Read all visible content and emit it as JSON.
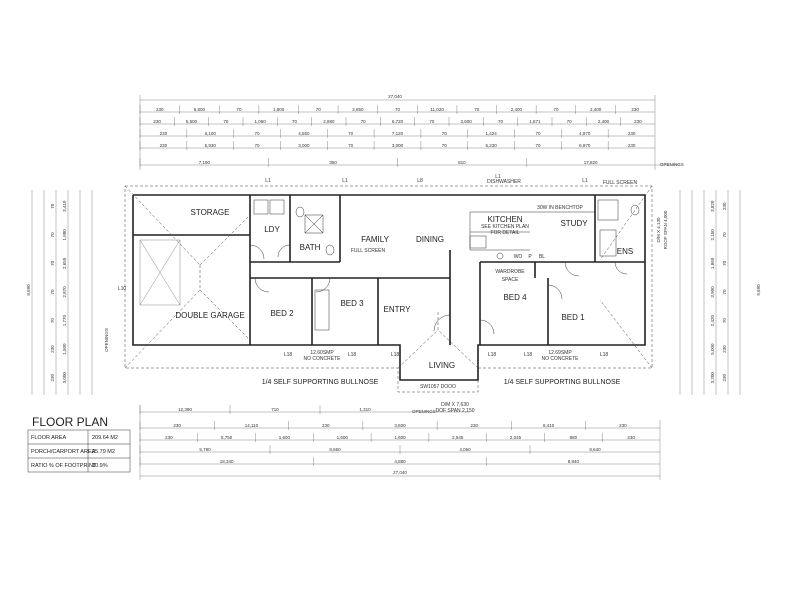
{
  "rooms": {
    "storage": "STORAGE",
    "ldy": "LDY",
    "bath": "BATH",
    "family": "FAMILY",
    "dining": "DINING",
    "kitchen": "KITCHEN",
    "kitchen_note1": "SEE KITCHEN PLAN",
    "kitchen_note2": "FOR DETAIL",
    "study": "STUDY",
    "ens": "ENS",
    "double_garage": "DOUBLE GARAGE",
    "bed2": "BED 2",
    "bed3": "BED 3",
    "entry": "ENTRY",
    "living": "LIVING",
    "bed4": "BED 4",
    "bed1": "BED 1",
    "full_screen_1": "FULL SCREEN",
    "full_screen_2": "FULL SCREEN",
    "dishwasher": "DISHWASHER",
    "mw_note": "30W IN BENCHTOP",
    "wardrobe_note1": "WARDROBE",
    "wardrobe_note2": "SPACE",
    "l_labels": [
      "L1",
      "L1",
      "L8",
      "L1",
      "L1",
      "L10",
      "L18",
      "L18",
      "L18",
      "L18",
      "L18",
      "L18"
    ],
    "wo": "WO",
    "p": "P",
    "bl": "BL"
  },
  "bottom_notes": {
    "concrete_left_1": "12.60SMP",
    "concrete_left_2": "NO CONCRETE",
    "concrete_right_1": "12.69SMP",
    "concrete_right_2": "NO CONCRETE",
    "bullnose_left": "1/4 SELF SUPPORTING BULLNOSE",
    "bullnose_right": "1/4 SELF SUPPORTING BULLNOSE",
    "openings_bottom": "OPENINGS",
    "openings_top": "OPENINGS",
    "openings_left": "OPENINGS",
    "dim_roof_span_1": "D/M X 7,630",
    "dim_roof_span_2": "DOF SPAN 2,150",
    "dim_right_1": "D/M X 4,130",
    "dim_right_2": "ROOF SPAN 4,000",
    "window_mark": "SW1057 DOOO"
  },
  "top_dims": {
    "overall": "27,040",
    "row1": [
      "230",
      "6,800",
      "70",
      "1,800",
      "70",
      "2,850",
      "70",
      "11,020",
      "70",
      "2,400",
      "70",
      "2,400",
      "230"
    ],
    "row2": [
      "230",
      "5,500",
      "70",
      "1,060",
      "70",
      "2,880",
      "70",
      "6,720",
      "70",
      "3,600",
      "70",
      "1,671",
      "70",
      "2,400",
      "230"
    ],
    "row3": [
      "230",
      "6,100",
      "70",
      "4,550",
      "70",
      "7,120",
      "70",
      "1,424",
      "70",
      "4,870",
      "230"
    ],
    "row4": [
      "230",
      "5,930",
      "70",
      "3,000",
      "70",
      "3,000",
      "70",
      "5,230",
      "70",
      "6,870",
      "230"
    ],
    "openings": [
      "7,190",
      "350",
      "810",
      "17,820"
    ]
  },
  "bottom_dims": {
    "openings": [
      "12,390",
      "710",
      "1,310"
    ],
    "row1": [
      "230",
      "14,110",
      "230",
      "3,600",
      "230",
      "8,410",
      "230"
    ],
    "row2": [
      "230",
      "5,750",
      "1,600",
      "1,600",
      "1,600",
      "2,545",
      "2,045",
      "880",
      "230"
    ],
    "row3": [
      "5,790",
      "8,660",
      "4,060",
      "8,640"
    ],
    "row4": [
      "18,340",
      "4,880",
      "8,840"
    ],
    "overall": "27,040"
  },
  "left_dims": {
    "outer": "9,690",
    "inner": [
      "3,410",
      "1,880",
      "2,650",
      "2,870",
      "1,770",
      "1,500",
      "3,000"
    ],
    "small": [
      "70",
      "70",
      "70",
      "70",
      "70",
      "230",
      "230"
    ]
  },
  "right_dims": {
    "outer": "9,690",
    "inner": [
      "3,820",
      "2,150",
      "1,860",
      "3,900",
      "2,420",
      "5,000",
      "3,200"
    ],
    "small": [
      "230",
      "70",
      "70",
      "70",
      "70",
      "230",
      "230"
    ]
  },
  "floor_plan": {
    "title": "FLOOR PLAN",
    "rows": [
      {
        "label": "FLOOR AREA",
        "value": "209.64 M2"
      },
      {
        "label": "PORCH/CARPORT AREA",
        "value": "25.79 M2"
      },
      {
        "label": "RATIO % OF FOOTPRINT",
        "value": "10.9%"
      }
    ]
  }
}
